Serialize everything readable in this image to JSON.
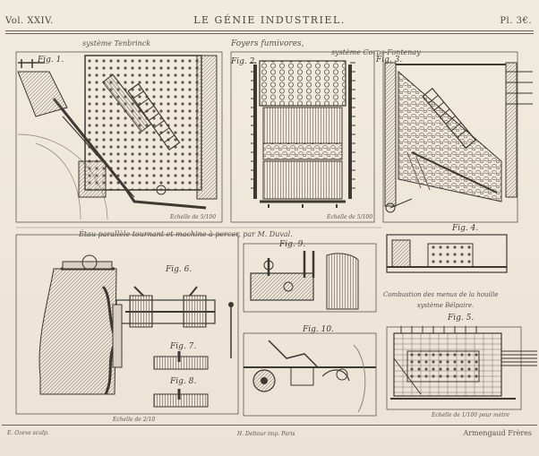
{
  "header": {
    "volume": "Vol. XXIV.",
    "title": "LE GÉNIE INDUSTRIEL.",
    "plate": "Pl. 3€."
  },
  "sections": {
    "top_title_left": "système Tenbrinck",
    "top_title_mid": "Foyers fumivores,",
    "top_title_right": "système Corps-Fontenay",
    "bottom_left_title": "Étau parallèle tournant et machine à percer, par M. Duval.",
    "combustion_title_1": "Combustion des menus de la houille",
    "combustion_title_2": "système Bélpaire."
  },
  "figures": {
    "fig1": "Fig. 1.",
    "fig2": "Fig. 2.",
    "fig3": "Fig. 3.",
    "fig4": "Fig. 4.",
    "fig5": "Fig. 5.",
    "fig6": "Fig. 6.",
    "fig7": "Fig. 7.",
    "fig8": "Fig. 8.",
    "fig9": "Fig. 9.",
    "fig10": "Fig. 10."
  },
  "scales": {
    "s1": "Echelle de 5/100",
    "s2": "Echelle de 5/100",
    "s3": "Echelle de 2/10",
    "s4": "Echelle de 1/100 pour mètre"
  },
  "footer": {
    "engraver": "E. Ozeve sculp.",
    "printer": "H. Deltour imp. Paris",
    "publisher": "Armengaud Frères"
  }
}
